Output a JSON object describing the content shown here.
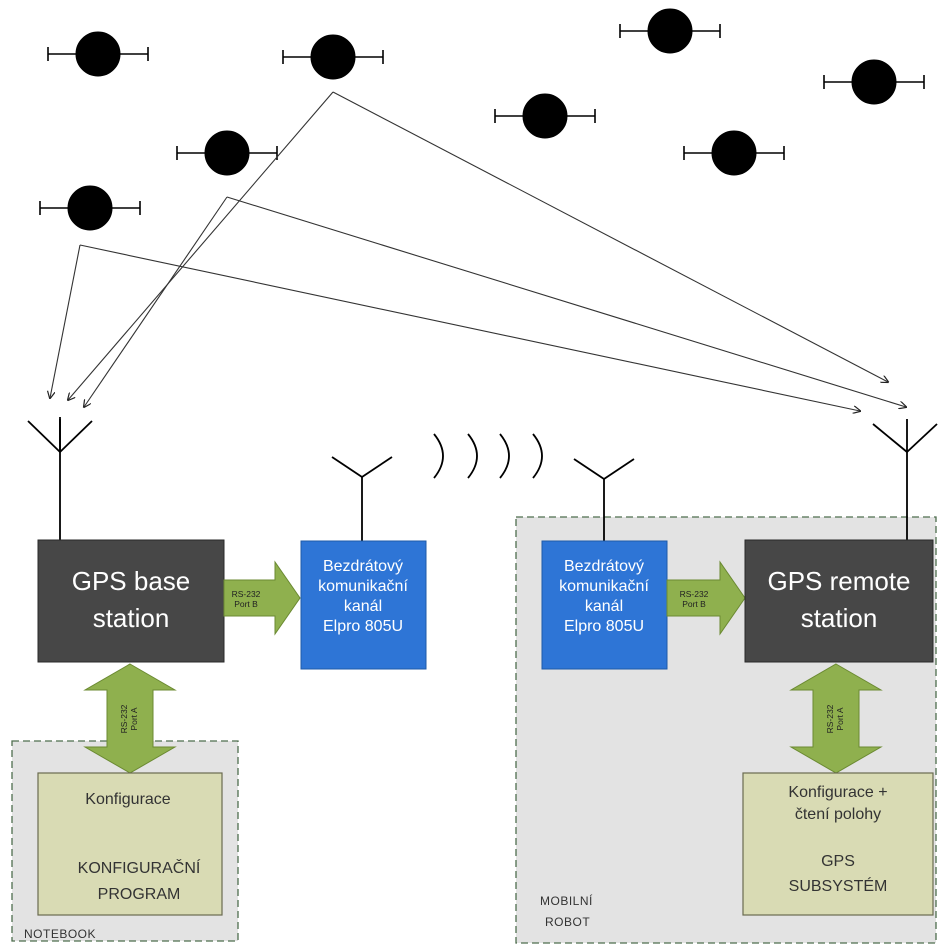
{
  "base_station": {
    "line1": "GPS base",
    "line2": "station"
  },
  "remote_station": {
    "line1": "GPS remote",
    "line2": "station"
  },
  "radio_left": {
    "lines": [
      "Bezdrátový",
      "komunikační",
      "kanál",
      "Elpro 805U"
    ]
  },
  "radio_right": {
    "lines": [
      "Bezdrátový",
      "komunikační",
      "kanál",
      "Elpro 805U"
    ]
  },
  "port_b_left": {
    "line1": "RS-232",
    "line2": "Port B"
  },
  "port_b_right": {
    "line1": "RS-232",
    "line2": "Port B"
  },
  "port_a_left": {
    "line1": "RS-232",
    "line2": "Port A"
  },
  "port_a_right": {
    "line1": "RS-232",
    "line2": "Port A"
  },
  "config_program": {
    "top": "Konfigurace",
    "name_line1": "KONFIGURAČNÍ",
    "name_line2": "PROGRAM"
  },
  "gps_subsystem": {
    "top_line1": "Konfigurace +",
    "top_line2": "čtení polohy",
    "name_line1": "GPS",
    "name_line2": "SUBSYSTÉM"
  },
  "notebook_label": "NOTEBOOK",
  "robot_label": {
    "line1": "MOBILNÍ",
    "line2": "ROBOT"
  },
  "colors": {
    "station_fill": "#474747",
    "radio_fill": "#2e75d6",
    "arrow_fill": "#8fb04e",
    "subsystem_fill": "#d9dbb4",
    "container_fill": "#e3e3e3",
    "satellite": "#000000"
  }
}
